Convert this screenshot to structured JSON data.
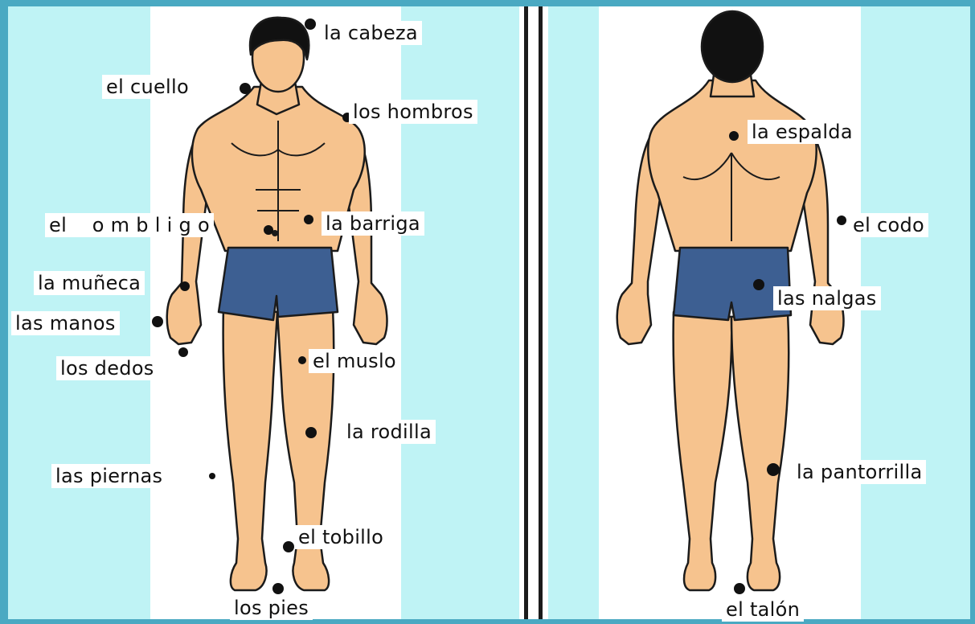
{
  "colors": {
    "frame": "#4aa9c2",
    "panel_bg": "#bff3f5",
    "skin": "#f6c38e",
    "outline": "#1b1b1b",
    "trunks": "#3d5f92",
    "hair": "#111111"
  },
  "front": {
    "labels": {
      "head": "la cabeza",
      "neck": "el cuello",
      "shoulders": "los hombros",
      "navel": "el    o m b l i g o",
      "belly": "la barriga",
      "wrist": "la muñeca",
      "hands": "las manos",
      "fingers": "los dedos",
      "thigh": "el muslo",
      "knee": "la rodilla",
      "legs": "las piernas",
      "ankle": "el tobillo",
      "feet": "los pies"
    }
  },
  "back": {
    "labels": {
      "back": "la espalda",
      "elbow": "el codo",
      "buttocks": "las nalgas",
      "calf": "la pantorrilla",
      "heel": "el talón"
    }
  }
}
